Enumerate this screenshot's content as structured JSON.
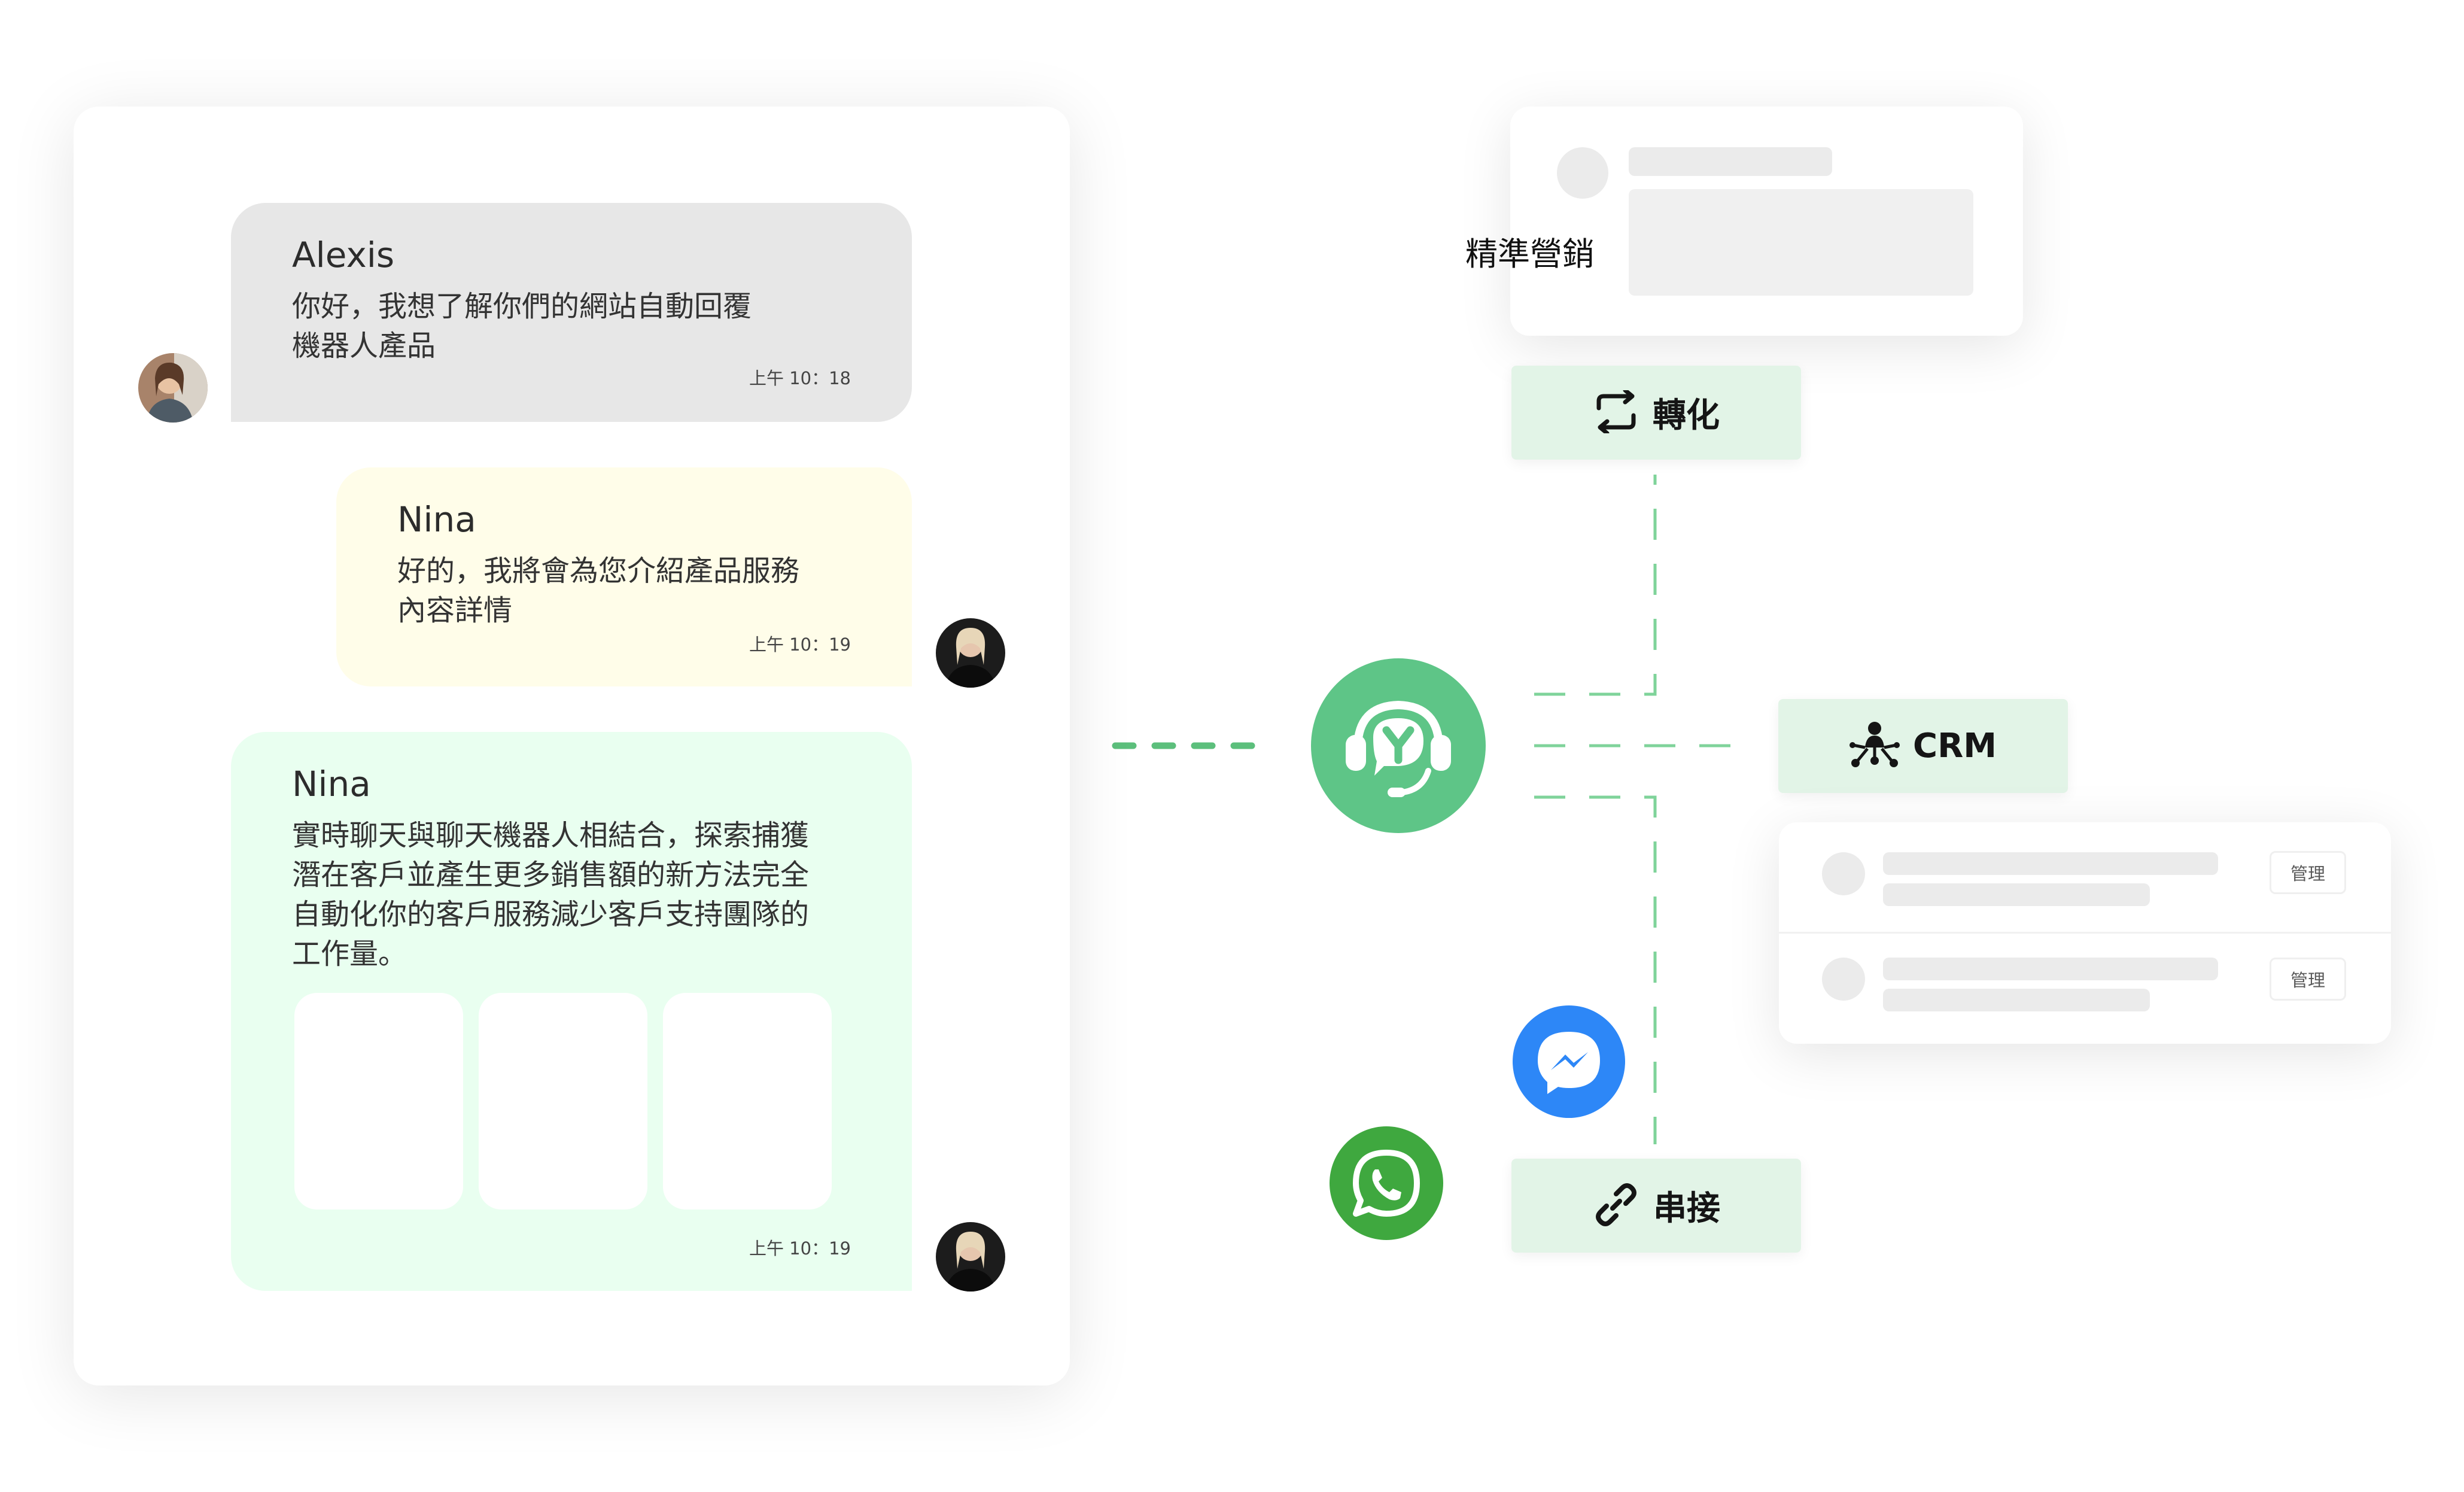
{
  "chat": {
    "messages": [
      {
        "sender": "Alexis",
        "text": "你好，我想了解你們的網站自動回覆\n機器人產品",
        "time": "上午 10：18"
      },
      {
        "sender": "Nina",
        "text": "好的，我將會為您介紹產品服務\n內容詳情",
        "time": "上午 10：19"
      },
      {
        "sender": "Nina",
        "text": "實時聊天與聊天機器人相結合，探索捕獲\n潛在客戶並產生更多銷售額的新方法完全\n自動化你的客戶服務減少客戶支持團隊的\n工作量。",
        "time": "上午 10：19"
      }
    ]
  },
  "features": {
    "marketing": "精準營銷",
    "convert": "轉化",
    "crm": "CRM",
    "connect": "串接"
  },
  "crm_card": {
    "rows": [
      {
        "button": "管理"
      },
      {
        "button": "管理"
      }
    ]
  },
  "icons": {
    "hub": "headset-chatbot-logo-icon",
    "convert": "repeat-arrows-icon",
    "crm": "network-people-icon",
    "connect": "link-icon",
    "messenger": "messenger-icon",
    "whatsapp": "whatsapp-icon"
  },
  "colors": {
    "brand_green": "#5ec587",
    "dash_green": "#5cbf7c",
    "tag_background": "#e2f4e7",
    "bubble_alexis": "#e7e7e7",
    "bubble_nina_yellow": "#fffde9",
    "bubble_nina_green": "#e9fff0",
    "messenger_blue": "#2d87f7",
    "whatsapp_green": "#3fa83f"
  }
}
